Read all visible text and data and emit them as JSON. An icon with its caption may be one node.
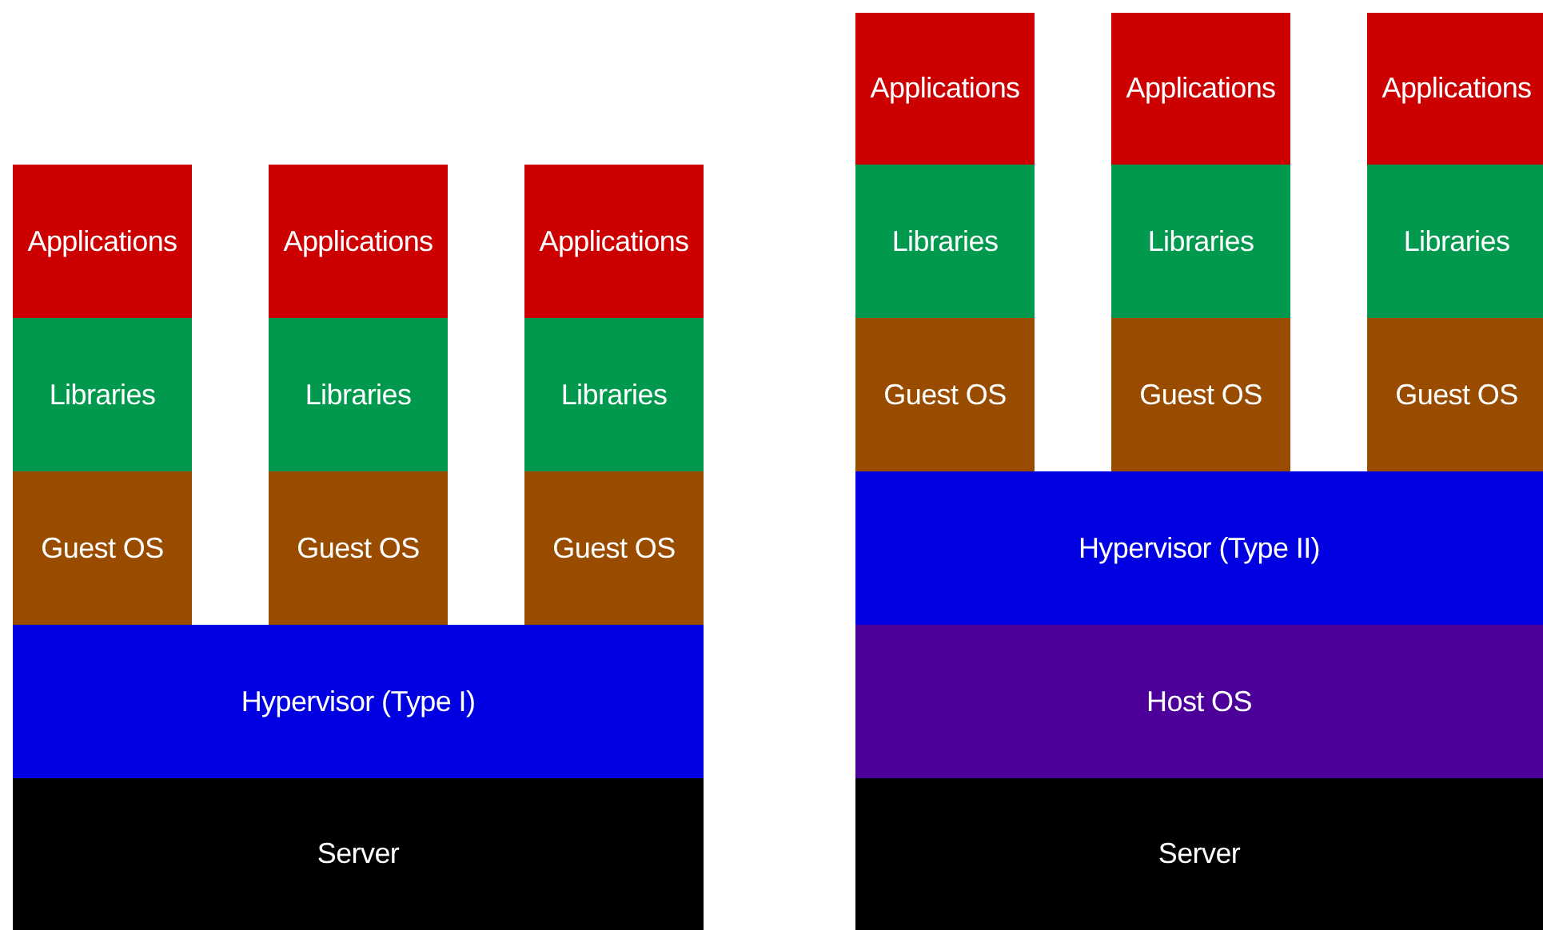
{
  "diagram": {
    "nodes": [
      {
        "text": [
          "Applications"
        ]
      },
      {
        "text": [
          "Libraries"
        ]
      },
      {
        "text": [
          "Guest OS"
        ]
      },
      {
        "text": [
          "Applications"
        ]
      },
      {
        "text": [
          "Libraries"
        ]
      },
      {
        "text": [
          "Guest OS"
        ]
      },
      {
        "text": [
          "Applications"
        ]
      },
      {
        "text": [
          "Libraries"
        ]
      },
      {
        "text": [
          "Guest OS"
        ]
      },
      {
        "text": [
          "Hypervisor (Type I)"
        ]
      },
      {
        "text": [
          "Server"
        ]
      },
      {
        "text": [
          "Applications"
        ]
      },
      {
        "text": [
          "Libraries"
        ]
      },
      {
        "text": [
          "Guest OS"
        ]
      },
      {
        "text": [
          "Applications"
        ]
      },
      {
        "text": [
          "Libraries"
        ]
      },
      {
        "text": [
          "Guest OS"
        ]
      },
      {
        "text": [
          "Applications"
        ]
      },
      {
        "text": [
          "Libraries"
        ]
      },
      {
        "text": [
          "Guest OS"
        ]
      },
      {
        "text": [
          "Hypervisor (Type II)"
        ]
      },
      {
        "text": [
          "Host OS"
        ]
      },
      {
        "text": [
          "Server"
        ]
      }
    ]
  }
}
